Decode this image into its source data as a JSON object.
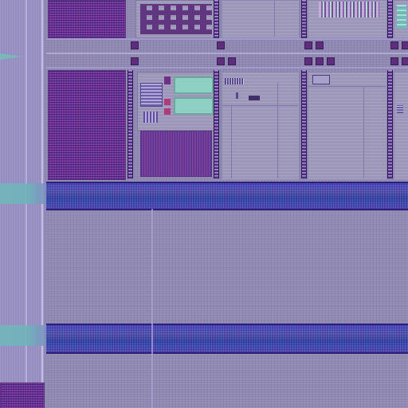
{
  "image": {
    "kind": "chip-die-micrograph-style-view",
    "description_elements": [
      "left-strip",
      "logic-blocks",
      "pad-grid",
      "horizontal-bands",
      "vertical-rails"
    ]
  },
  "colors": {
    "background": "#8f88b2",
    "dense_block": "#6d3f9a",
    "teal": "#6fb8ba",
    "band": "#4f43b4",
    "green_panel": "#8fd0c5"
  }
}
